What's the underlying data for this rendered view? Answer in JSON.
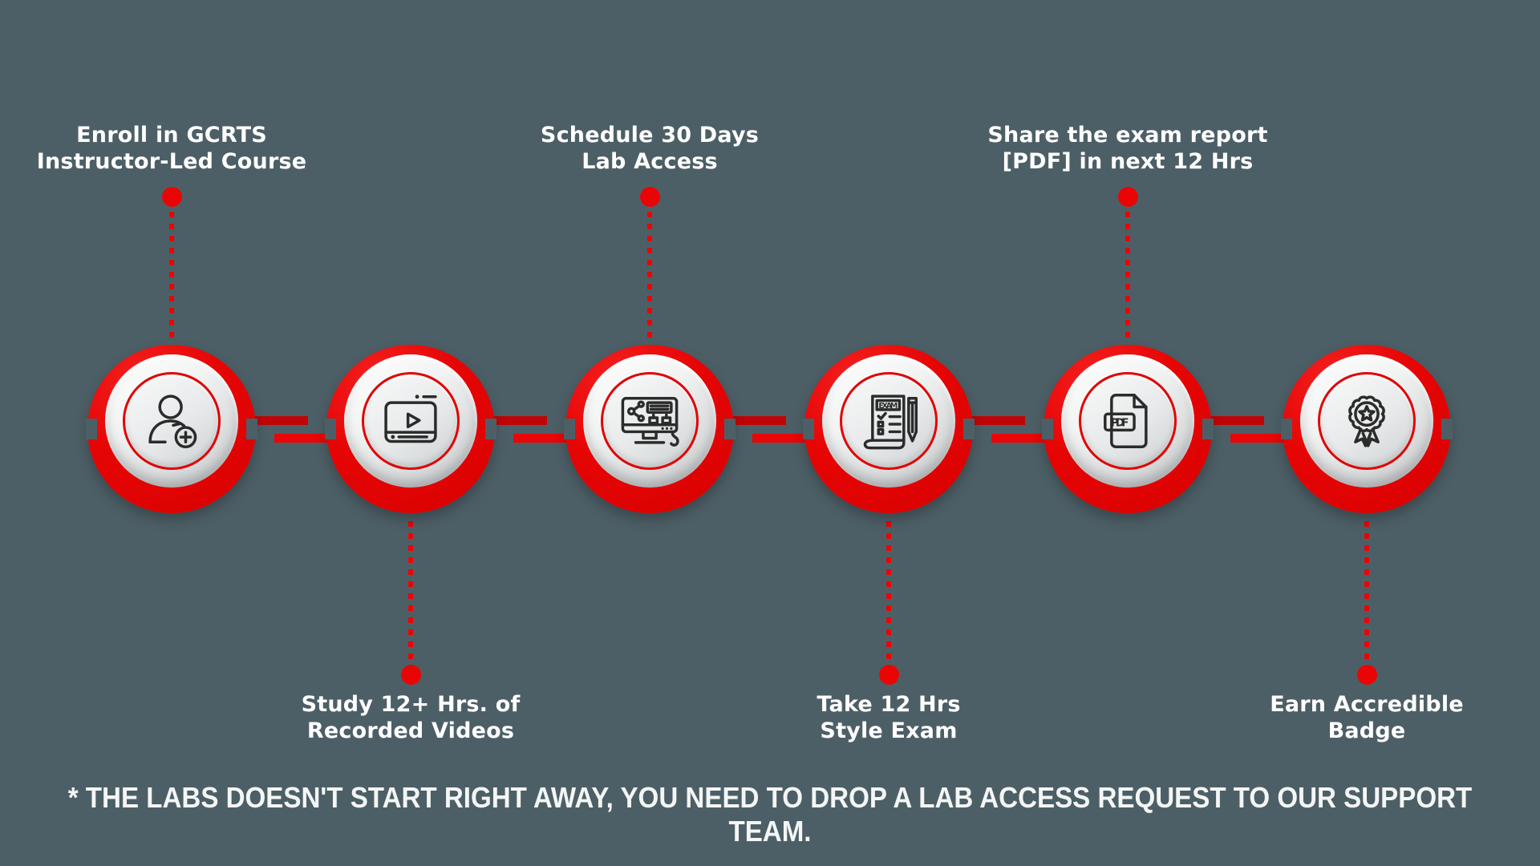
{
  "colors": {
    "background": "#4d5f66",
    "accent_red": "#e60505",
    "connector_dark_red": "#bf0505",
    "icon_stroke": "#2b2b2b",
    "text": "#ffffff"
  },
  "steps": [
    {
      "id": 1,
      "label_position": "top",
      "icon": "add-user-icon",
      "lines": [
        "Enroll in GCRTS",
        "Instructor-Led Course"
      ]
    },
    {
      "id": 2,
      "label_position": "bottom",
      "icon": "video-player-icon",
      "lines": [
        "Study 12+ Hrs. of",
        "Recorded Videos"
      ]
    },
    {
      "id": 3,
      "label_position": "top",
      "icon": "lab-computer-icon",
      "lines": [
        "Schedule 30 Days",
        "Lab Access"
      ]
    },
    {
      "id": 4,
      "label_position": "bottom",
      "icon": "exam-sheet-icon",
      "lines": [
        "Take 12 Hrs",
        "Style Exam"
      ],
      "icon_text": "EXAM"
    },
    {
      "id": 5,
      "label_position": "top",
      "icon": "pdf-file-icon",
      "lines": [
        "Share the exam report",
        "[PDF] in next 12 Hrs"
      ],
      "icon_text": "PDF"
    },
    {
      "id": 6,
      "label_position": "bottom",
      "icon": "award-badge-icon",
      "lines": [
        "Earn Accredible",
        "Badge"
      ]
    }
  ],
  "footnote": "* THE LABS DOESN'T START RIGHT AWAY, YOU NEED TO DROP A LAB ACCESS REQUEST TO OUR SUPPORT TEAM."
}
